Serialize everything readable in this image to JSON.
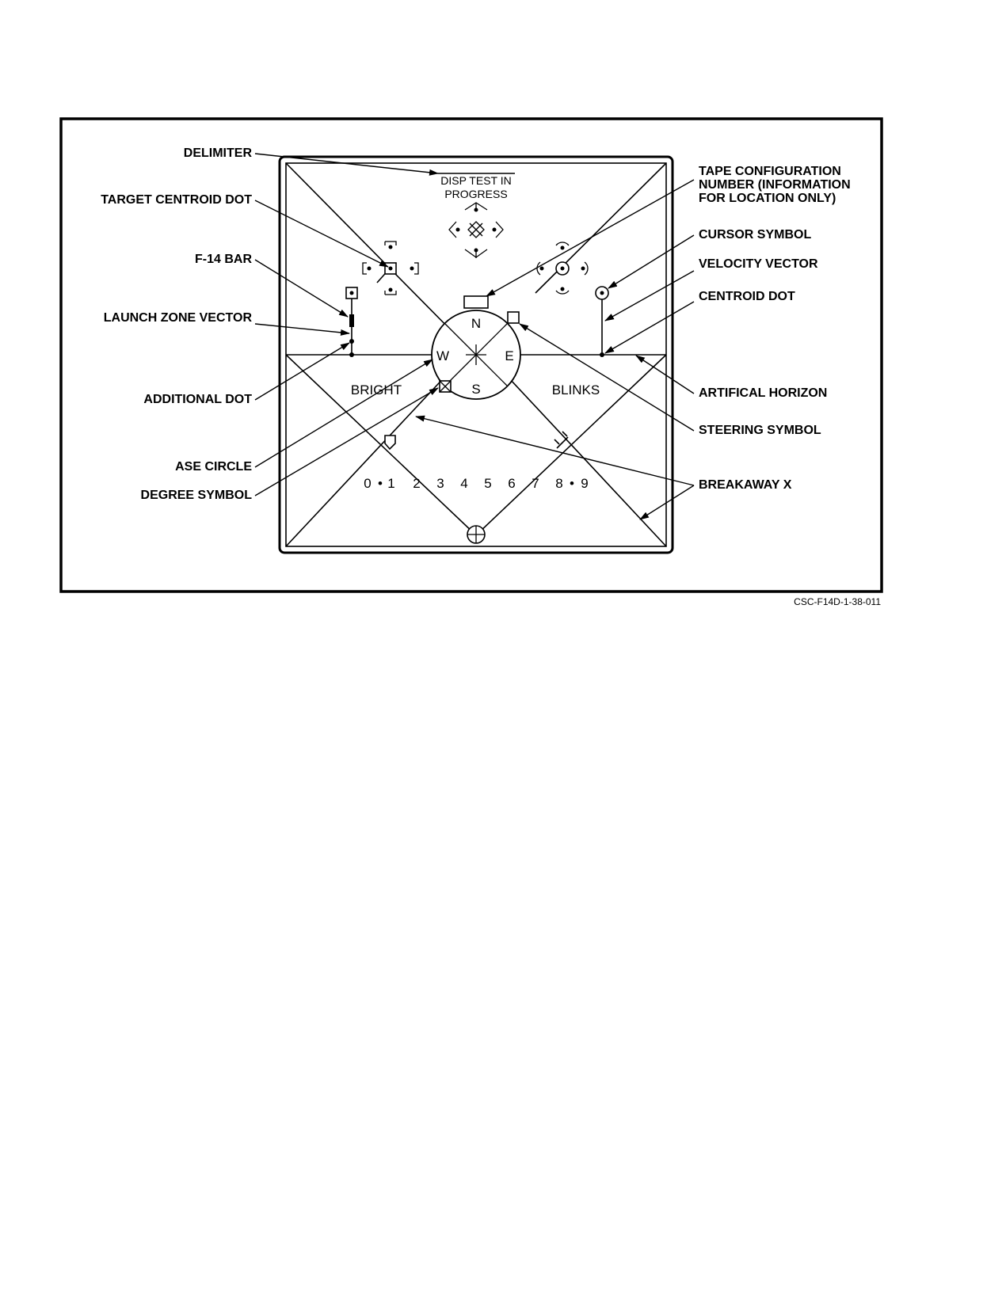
{
  "callouts_left": {
    "delimiter": "DELIMITER",
    "target_centroid_dot": "TARGET CENTROID DOT",
    "f14_bar": "F-14 BAR",
    "launch_zone_vector": "LAUNCH ZONE VECTOR",
    "additional_dot": "ADDITIONAL DOT",
    "ase_circle": "ASE CIRCLE",
    "degree_symbol": "DEGREE SYMBOL"
  },
  "callouts_right": {
    "tape_config_line1": "TAPE CONFIGURATION",
    "tape_config_line2": "NUMBER (INFORMATION",
    "tape_config_line3": "FOR LOCATION ONLY)",
    "cursor_symbol": "CURSOR SYMBOL",
    "velocity_vector": "VELOCITY VECTOR",
    "centroid_dot": "CENTROID DOT",
    "artificial_horizon": "ARTIFICAL HORIZON",
    "steering_symbol": "STEERING SYMBOL",
    "breakaway_x": "BREAKAWAY X"
  },
  "display": {
    "test_line1": "DISP TEST IN",
    "test_line2": "PROGRESS",
    "compass": {
      "n": "N",
      "s": "S",
      "e": "E",
      "w": "W"
    },
    "bright": "BRIGHT",
    "blinks": "BLINKS",
    "digits": [
      "0",
      "•",
      "1",
      "2",
      "3",
      "4",
      "5",
      "6",
      "7",
      "8",
      "•",
      "9"
    ]
  },
  "figure_id": "CSC-F14D-1-38-011"
}
